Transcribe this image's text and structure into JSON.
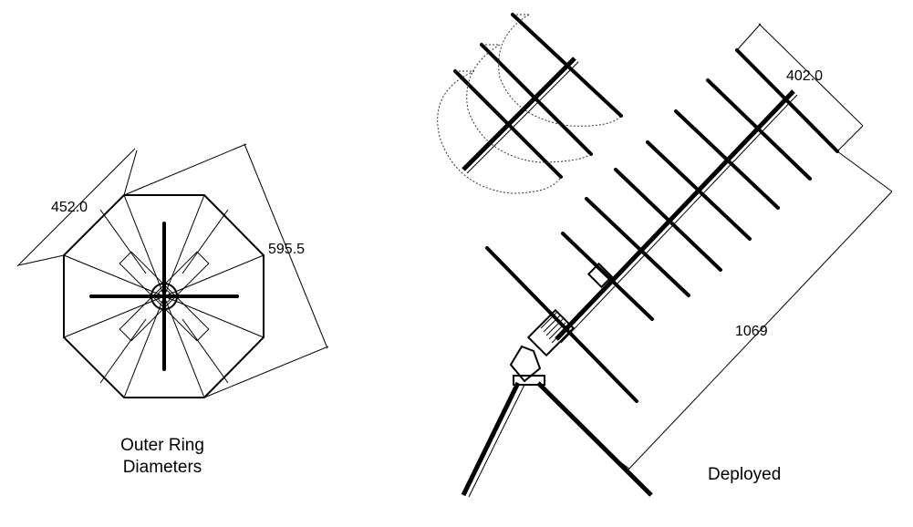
{
  "left_figure": {
    "dimension_width": "452.0",
    "dimension_diagonal": "595.5",
    "caption_line1": "Outer Ring",
    "caption_line2": "Diameters"
  },
  "right_figure": {
    "dimension_element": "402.0",
    "dimension_boom": "1069",
    "caption": "Deployed"
  }
}
